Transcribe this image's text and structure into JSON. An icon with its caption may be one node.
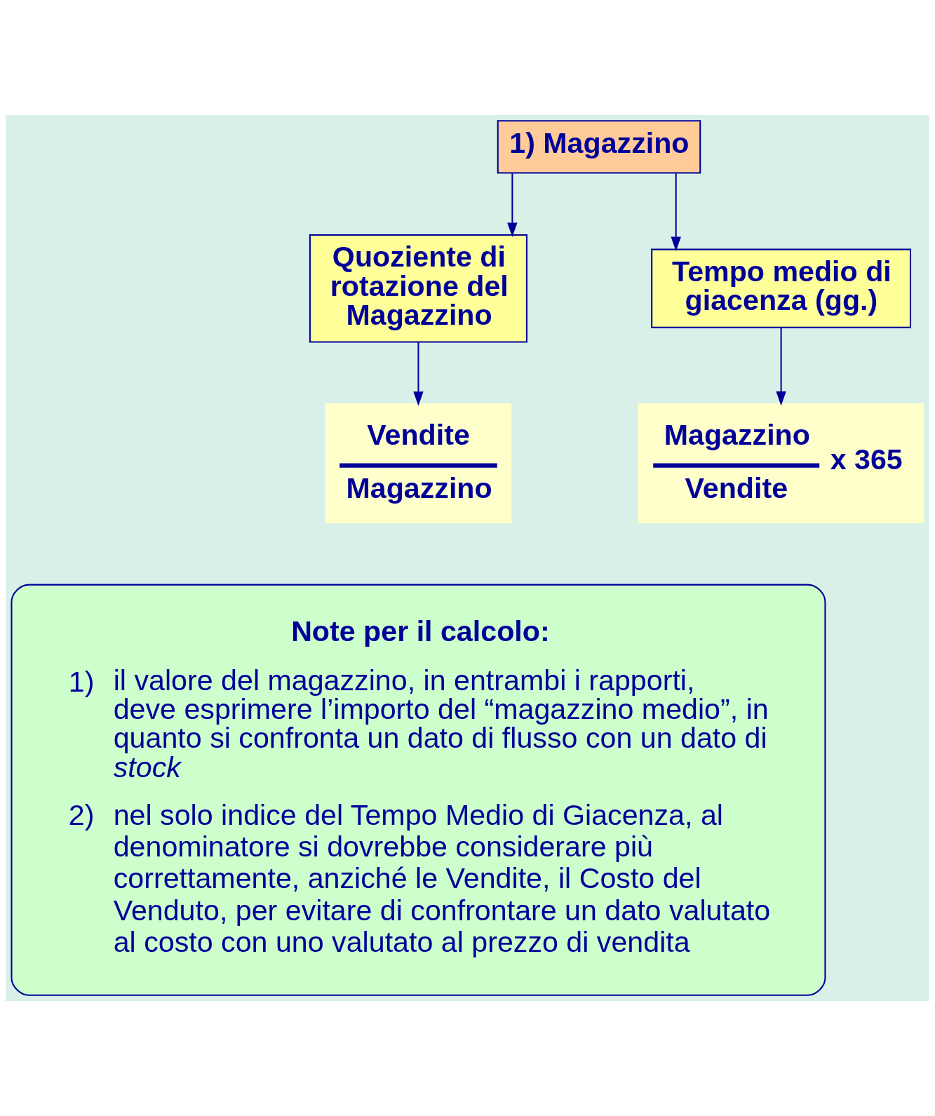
{
  "diagram": {
    "nodes": [
      {
        "text": [
          "1) Magazzino"
        ]
      },
      {
        "text": [
          "Quoziente di rotazione del Magazzino"
        ]
      },
      {
        "text": [
          "Tempo medio di giacenza (gg.)"
        ]
      },
      {
        "text": [
          "Vendite",
          "Magazzino"
        ]
      },
      {
        "text": [
          "Magazzino",
          "Vendite",
          "x 365"
        ]
      },
      {
        "text": [
          "Note per il calcolo:",
          "1) il valore del magazzino, in entrambi i rapporti, deve esprimere l’importo del “magazzino medio”, in quanto si confronta un dato di flusso con un dato di *stock*",
          "2) nel solo indice del Tempo Medio di Giacenza, al denominatore si dovrebbe considerare più correttamente, anziché le Vendite, il Costo del Venduto, per evitare di confrontare un dato valutato al costo con uno valutato al prezzo di vendita"
        ]
      }
    ],
    "edges": [
      {
        "from": 0,
        "to": 1,
        "arrow": "to"
      },
      {
        "from": 0,
        "to": 2,
        "arrow": "to"
      },
      {
        "from": 1,
        "to": 3,
        "arrow": "to"
      },
      {
        "from": 2,
        "to": 4,
        "arrow": "to"
      }
    ]
  }
}
